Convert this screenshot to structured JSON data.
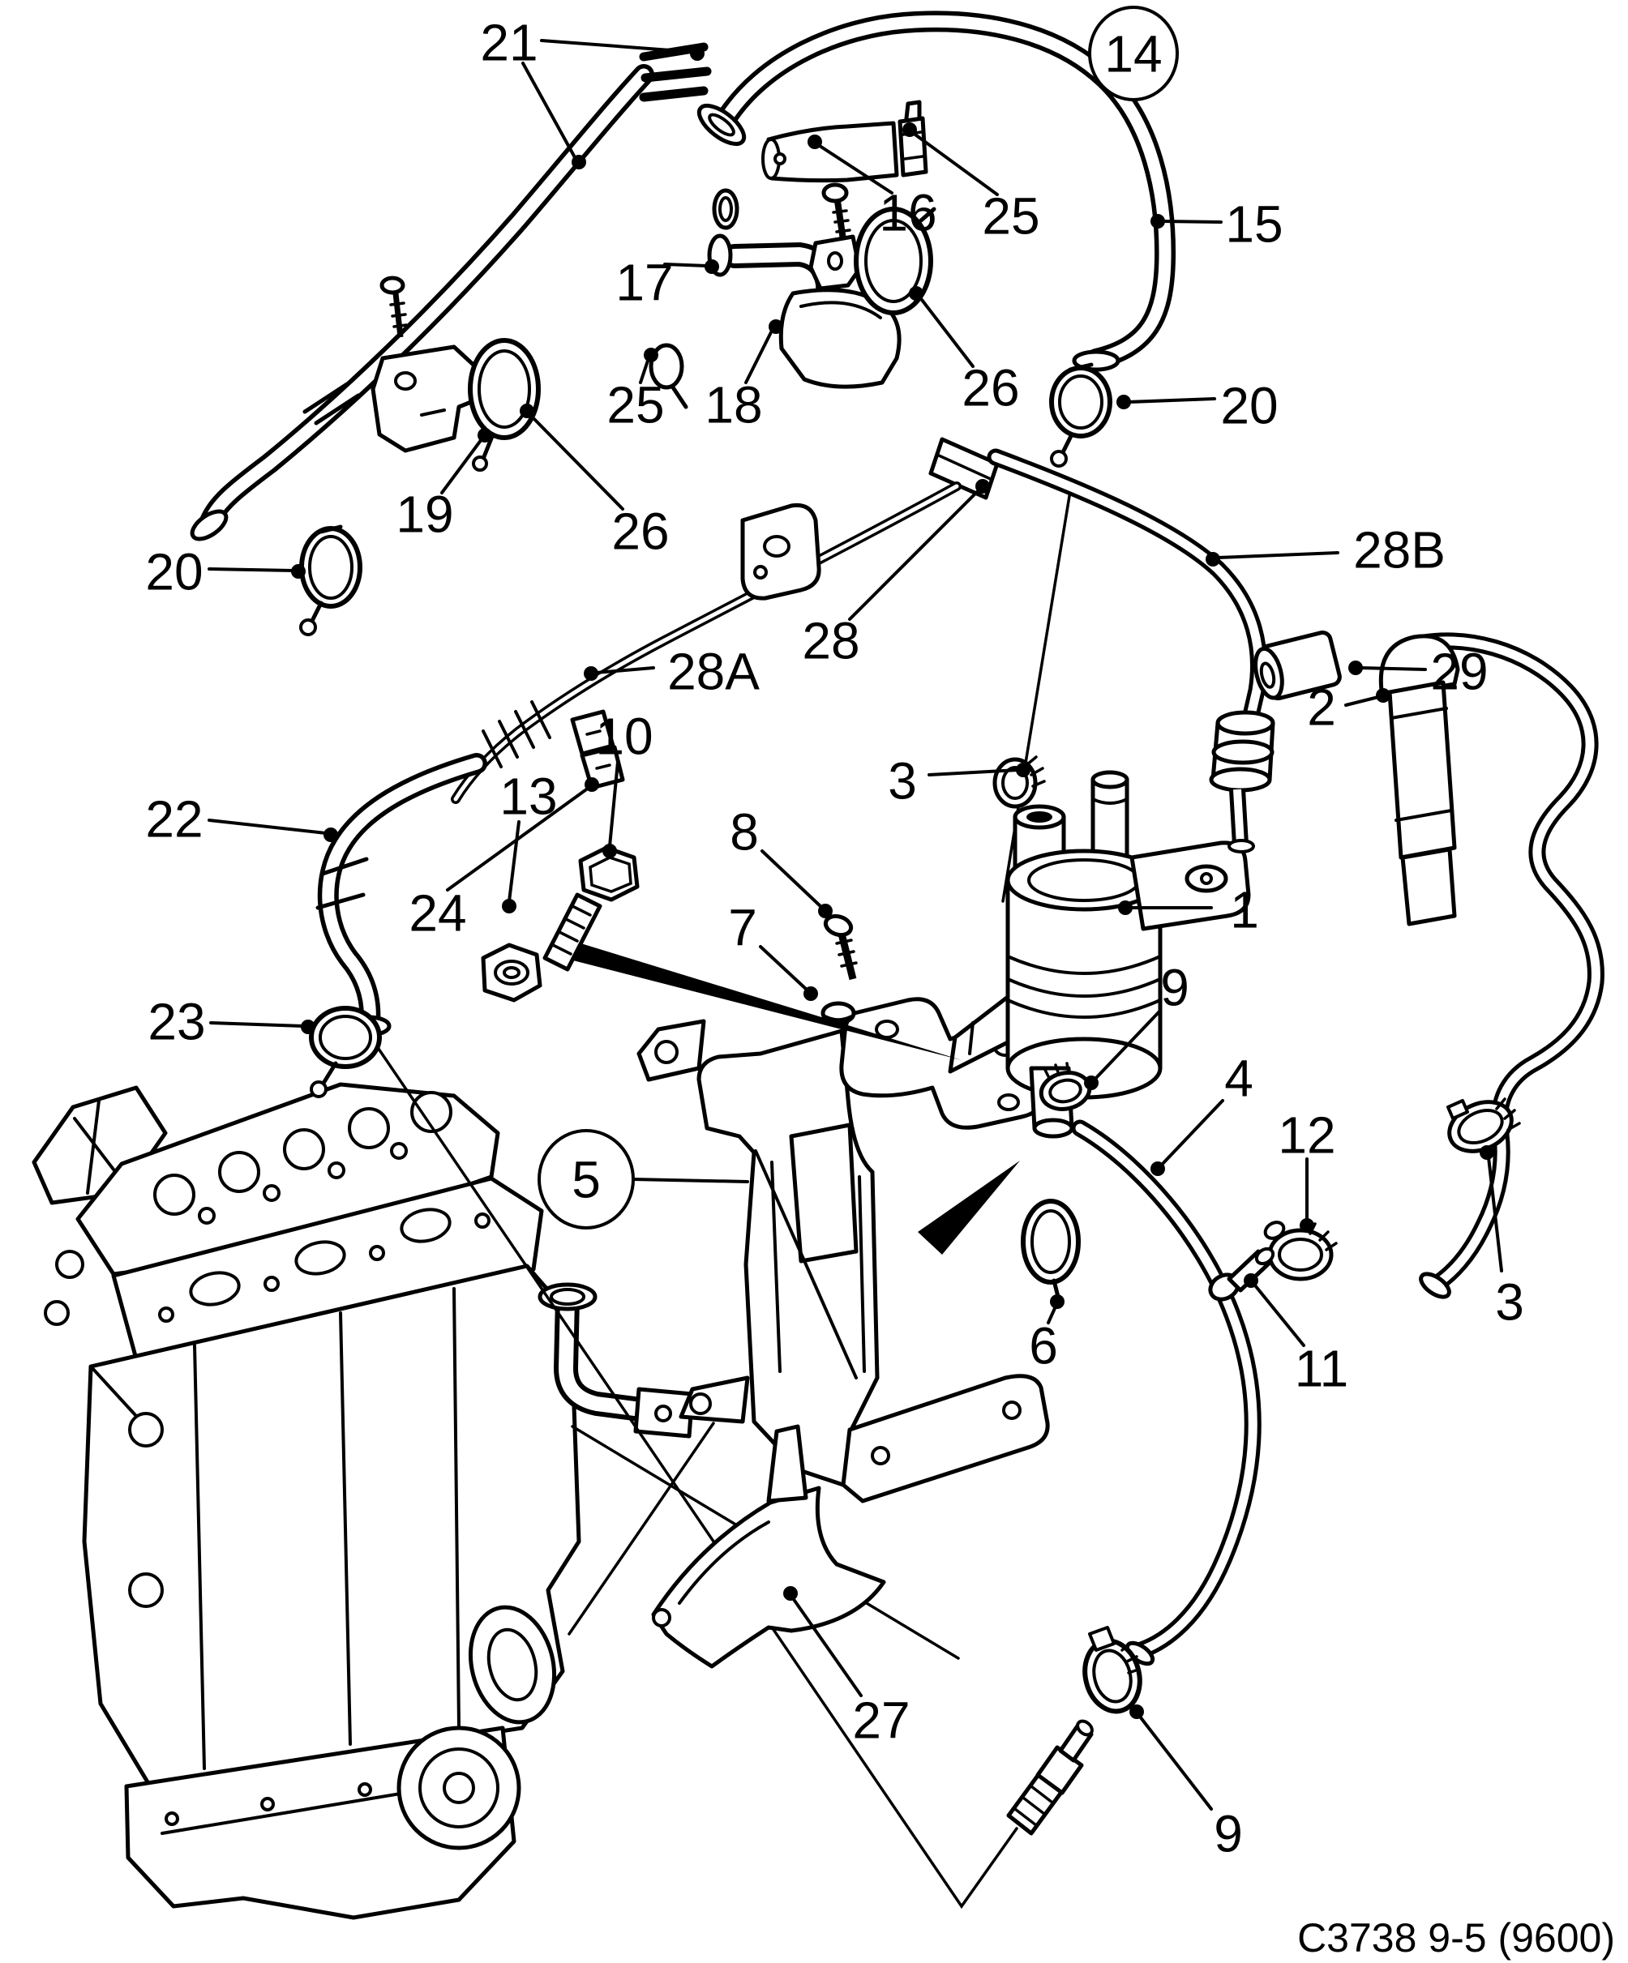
{
  "figure": {
    "caption": "C3738 9-5 (9600)",
    "callouts": [
      {
        "label": "21"
      },
      {
        "label": "14",
        "circled": true
      },
      {
        "label": "16"
      },
      {
        "label": "25"
      },
      {
        "label": "15"
      },
      {
        "label": "17"
      },
      {
        "label": "25"
      },
      {
        "label": "18"
      },
      {
        "label": "26"
      },
      {
        "label": "19"
      },
      {
        "label": "26"
      },
      {
        "label": "20"
      },
      {
        "label": "28B"
      },
      {
        "label": "20"
      },
      {
        "label": "28"
      },
      {
        "label": "28A"
      },
      {
        "label": "29"
      },
      {
        "label": "10"
      },
      {
        "label": "13"
      },
      {
        "label": "3"
      },
      {
        "label": "2"
      },
      {
        "label": "22"
      },
      {
        "label": "8"
      },
      {
        "label": "24"
      },
      {
        "label": "1"
      },
      {
        "label": "7"
      },
      {
        "label": "23"
      },
      {
        "label": "9"
      },
      {
        "label": "4"
      },
      {
        "label": "12"
      },
      {
        "label": "5",
        "circled": true
      },
      {
        "label": "6"
      },
      {
        "label": "3"
      },
      {
        "label": "11"
      },
      {
        "label": "27"
      },
      {
        "label": "9"
      }
    ]
  }
}
